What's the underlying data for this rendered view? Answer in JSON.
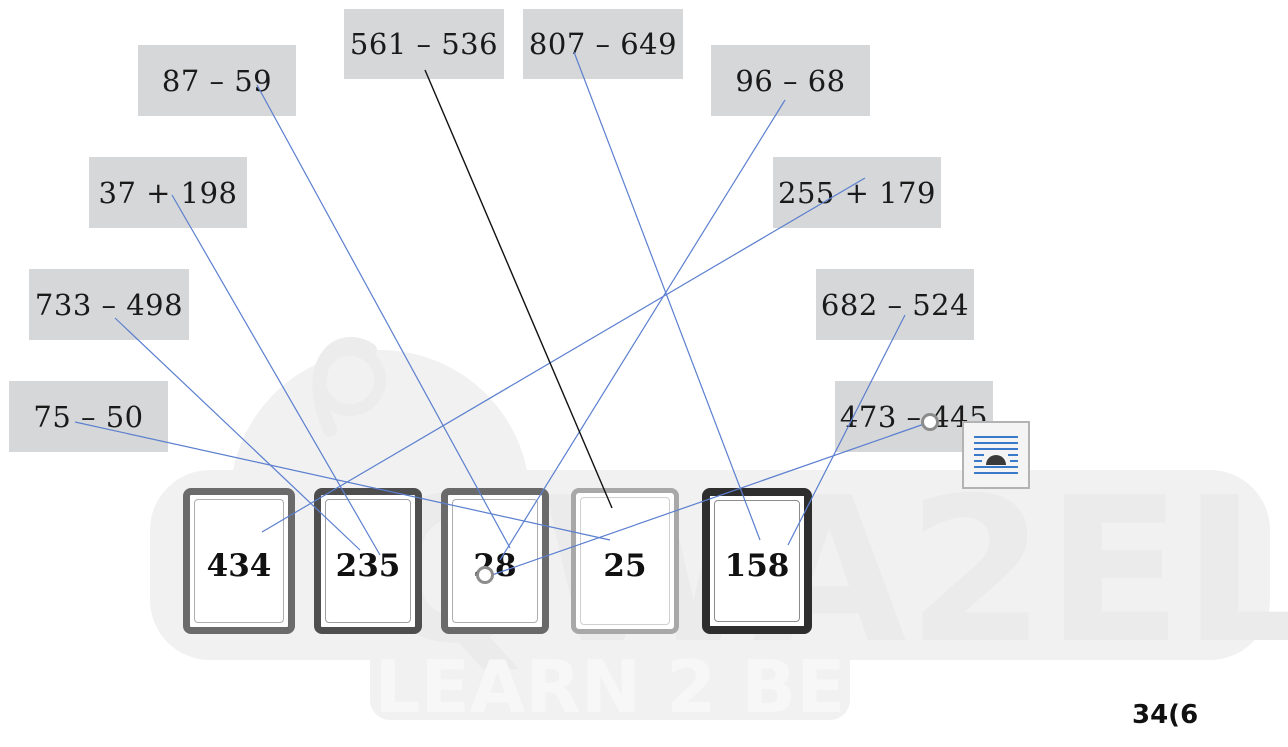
{
  "watermark": {
    "brand": "QWA2EL",
    "tagline": "LEARN 2 BE"
  },
  "expressions": {
    "e87_59": "87 – 59",
    "e561_536": "561 – 536",
    "e807_649": "807 – 649",
    "e96_68": "96 – 68",
    "e37_198": "37 + 198",
    "e255_179": "255 + 179",
    "e733_498": "733 – 498",
    "e682_524": "682 – 524",
    "e75_50": "75 – 50",
    "e473_445": "473 – 445"
  },
  "cards": {
    "c434": "434",
    "c235": "235",
    "c28": "28",
    "c25": "25",
    "c158": "158"
  },
  "colors": {
    "connector_blue": "#5b7fcf",
    "connector_black": "#111111",
    "expression_box": "#d6d7d8",
    "watermark": "#e9e9e9"
  },
  "icons": {
    "layout_options": "layout-options-icon",
    "drag_handle": "drag-handle-icon"
  },
  "page_number": "34(6"
}
